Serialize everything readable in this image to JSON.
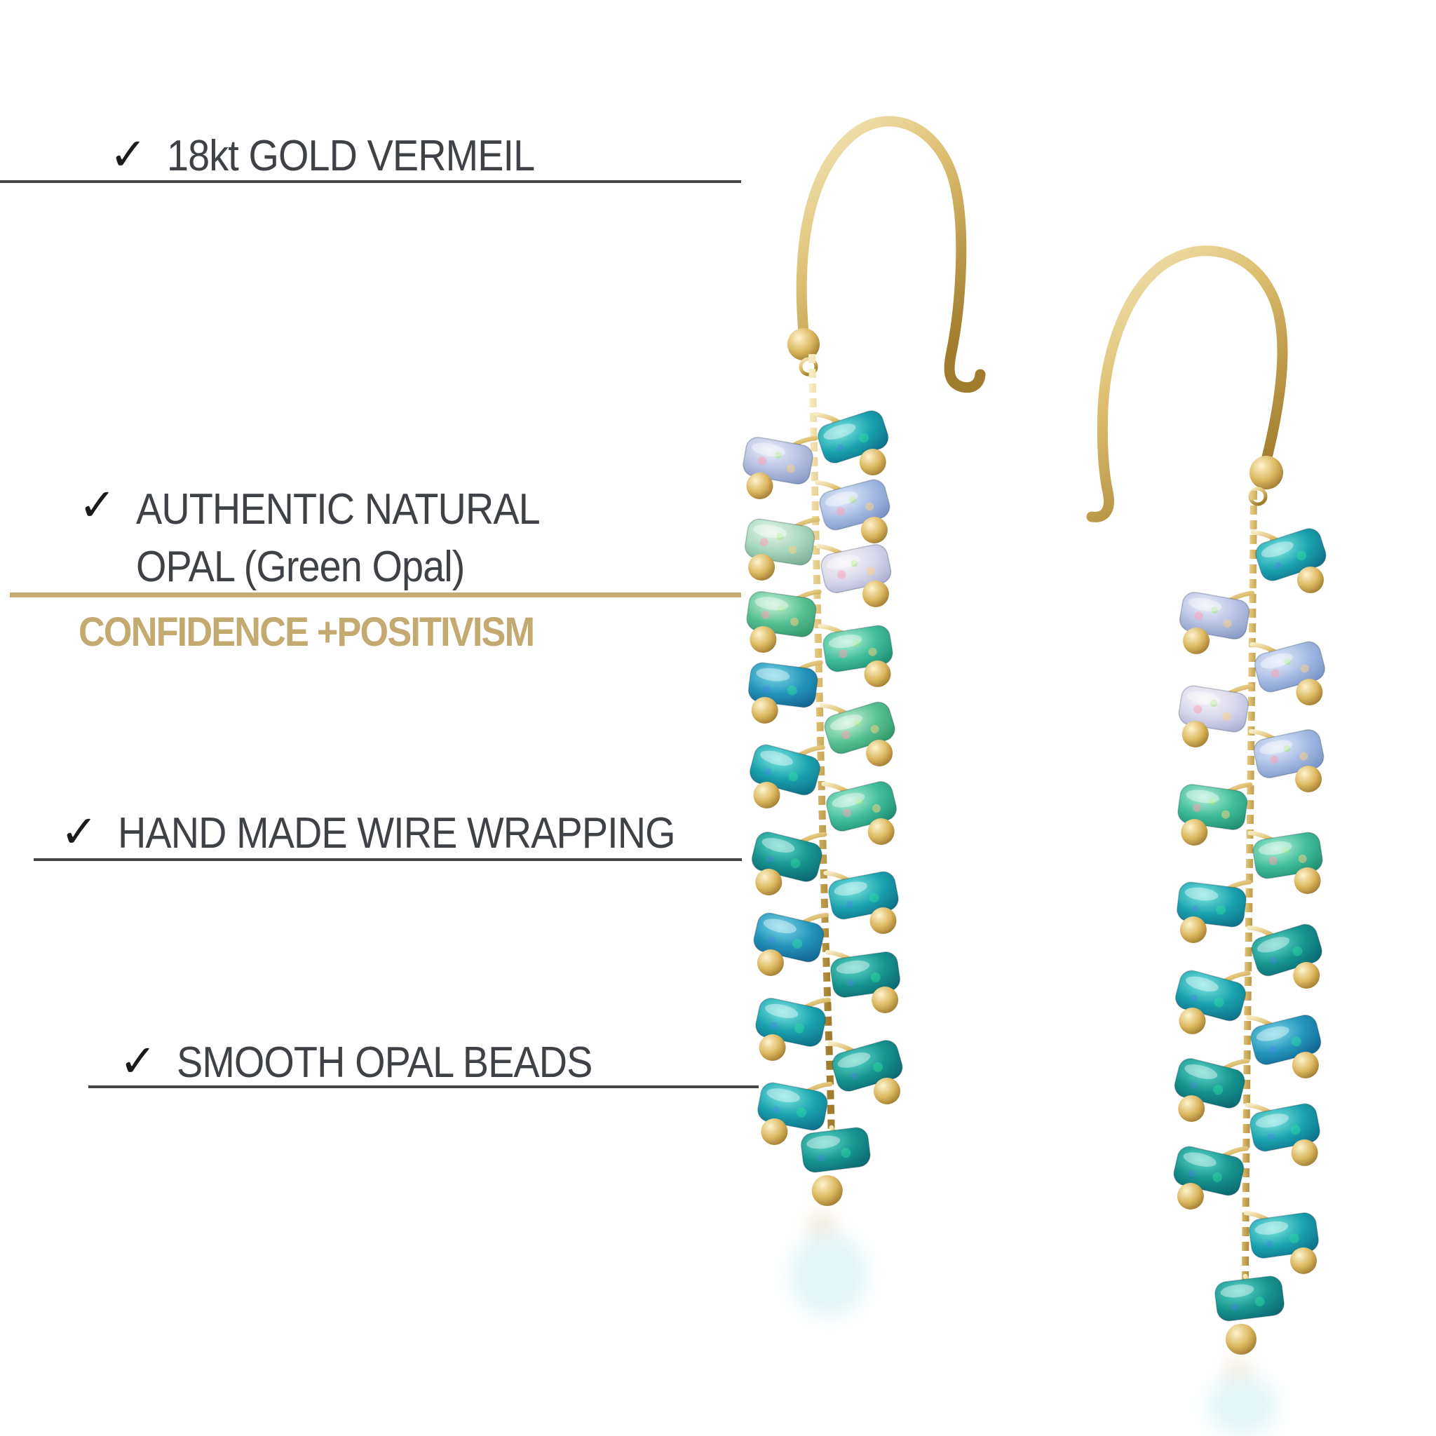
{
  "page": {
    "background": "#ffffff"
  },
  "icons": {
    "check": "✓"
  },
  "features": [
    {
      "id": "gold-vermeil",
      "label": "18kt GOLD VERMEIL"
    },
    {
      "id": "authentic-opal",
      "lines": [
        "AUTHENTIC NATURAL",
        "OPAL (Green Opal)"
      ]
    },
    {
      "id": "wire-wrapping",
      "label": "HAND MADE WIRE WRAPPING"
    },
    {
      "id": "opal-beads",
      "label": "SMOOTH OPAL BEADS"
    }
  ],
  "tagline": {
    "text": "CONFIDENCE +POSITIVISM",
    "color": "#c3aa70"
  },
  "colors": {
    "text": "#3e4145",
    "check": "#1b1b1b",
    "rule_dark": "#454545",
    "rule_gold": "#c4ab72",
    "gold": "#d9b967",
    "teal": "#1ba3b0",
    "opal": "#b7c1e2"
  },
  "earrings": {
    "palette": {
      "wire": [
        "#f6ecc3",
        "#ddbe6f",
        "#a07c2c"
      ],
      "ball": [
        "#fdf3cd",
        "#dcb75f",
        "#97732a"
      ],
      "bead_gradients": {
        "teal": [
          "#7fe8e0",
          "#1ba3b0",
          "#0b6d85"
        ],
        "teal2": [
          "#5fd8c8",
          "#16948f",
          "#0a6571"
        ],
        "tealblue": [
          "#7cd8e8",
          "#2395bb",
          "#10618f"
        ],
        "greenteal": [
          "#b2f0d8",
          "#3fbd9a",
          "#1d8a70"
        ],
        "green": [
          "#cdf2da",
          "#58c294",
          "#2f9468"
        ],
        "palegreen": [
          "#e8f5e8",
          "#a8d8c0",
          "#78ab92"
        ],
        "lavender": [
          "#eef0fa",
          "#b7c1e2",
          "#8494c4"
        ],
        "paleblue": [
          "#e6ecfa",
          "#a6bbe4",
          "#7690c4"
        ],
        "whitepink": [
          "#f8f4f6",
          "#d8d8ec",
          "#a8abd0"
        ]
      },
      "fleck_warm": [
        "#ff9eb0",
        "#9be86e",
        "#ffd27f"
      ],
      "fleck_cool": [
        "#2fe0a0",
        "#4f7ef0"
      ]
    },
    "left": {
      "chain_top": [
        1160,
        505
      ],
      "chain_bottom": [
        1186,
        1650
      ],
      "beads": [
        [
          623,
          "R",
          "teal"
        ],
        [
          657,
          "L",
          "lavender"
        ],
        [
          720,
          "R",
          "paleblue"
        ],
        [
          773,
          "L",
          "palegreen"
        ],
        [
          811,
          "R",
          "whitepink"
        ],
        [
          876,
          "L",
          "green"
        ],
        [
          925,
          "R",
          "greenteal"
        ],
        [
          977,
          "L",
          "tealblue"
        ],
        [
          1038,
          "R",
          "green"
        ],
        [
          1098,
          "L",
          "teal"
        ],
        [
          1150,
          "R",
          "greenteal"
        ],
        [
          1222,
          "L",
          "teal2"
        ],
        [
          1277,
          "R",
          "teal"
        ],
        [
          1337,
          "L",
          "tealblue"
        ],
        [
          1390,
          "R",
          "teal2"
        ],
        [
          1458,
          "L",
          "teal"
        ],
        [
          1520,
          "R",
          "teal2"
        ],
        [
          1578,
          "L",
          "teal"
        ],
        [
          1640,
          "C",
          "teal2"
        ]
      ]
    },
    "right": {
      "chain_top": [
        1788,
        698
      ],
      "chain_bottom": [
        1776,
        1856
      ],
      "beads": [
        [
          791,
          "R",
          "teal"
        ],
        [
          878,
          "L",
          "lavender"
        ],
        [
          951,
          "R",
          "paleblue"
        ],
        [
          1011,
          "L",
          "whitepink"
        ],
        [
          1075,
          "R",
          "paleblue"
        ],
        [
          1151,
          "L",
          "greenteal"
        ],
        [
          1220,
          "R",
          "greenteal"
        ],
        [
          1290,
          "L",
          "teal"
        ],
        [
          1355,
          "R",
          "teal2"
        ],
        [
          1420,
          "L",
          "teal"
        ],
        [
          1483,
          "R",
          "tealblue"
        ],
        [
          1545,
          "L",
          "teal2"
        ],
        [
          1608,
          "R",
          "teal"
        ],
        [
          1670,
          "L",
          "teal2"
        ],
        [
          1762,
          "R",
          "teal"
        ],
        [
          1852,
          "C",
          "teal2"
        ]
      ]
    }
  }
}
